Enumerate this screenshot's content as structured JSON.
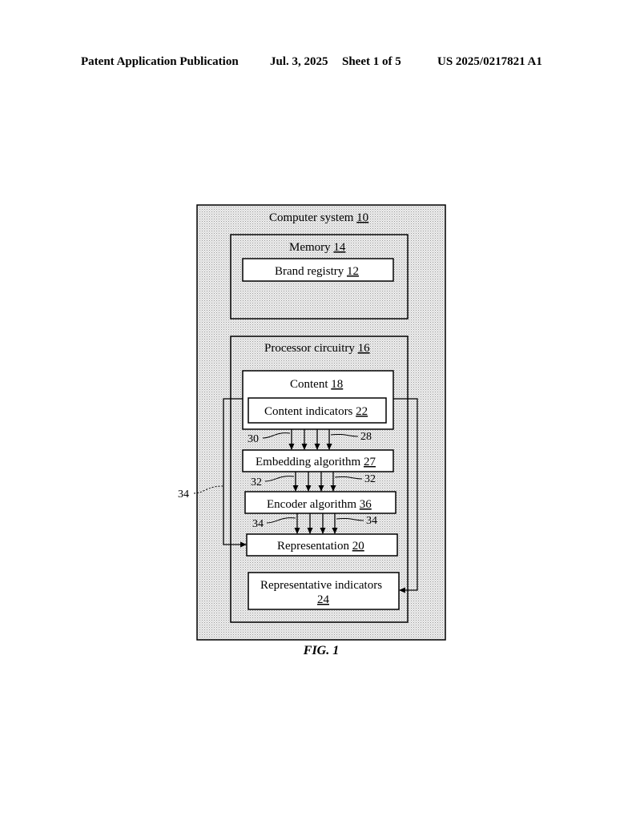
{
  "header": {
    "publication": "Patent Application Publication",
    "date": "Jul. 3, 2025",
    "sheet": "Sheet 1 of 5",
    "number": "US 2025/0217821 A1"
  },
  "diagram": {
    "computer_system": {
      "label": "Computer system",
      "ref": "10"
    },
    "memory": {
      "label": "Memory",
      "ref": "14"
    },
    "brand_registry": {
      "label": "Brand registry",
      "ref": "12"
    },
    "processor": {
      "label": "Processor circuitry",
      "ref": "16"
    },
    "content": {
      "label": "Content",
      "ref": "18"
    },
    "content_indicators": {
      "label": "Content indicators",
      "ref": "22"
    },
    "embedding": {
      "label": "Embedding algorithm",
      "ref": "27"
    },
    "encoder": {
      "label": "Encoder algorithm",
      "ref": "36"
    },
    "representation": {
      "label": "Representation",
      "ref": "20"
    },
    "representative_indicators": {
      "label": "Representative indicators",
      "ref": "24"
    },
    "callouts": {
      "c30": "30",
      "c28": "28",
      "c32_left": "32",
      "c32_right": "32",
      "c34_left": "34",
      "c34_right": "34",
      "c34_outer": "34"
    }
  },
  "figure_label": "FIG. 1",
  "colors": {
    "stipple_fill": "#e3e3e3",
    "line": "#000000",
    "background": "#ffffff"
  }
}
